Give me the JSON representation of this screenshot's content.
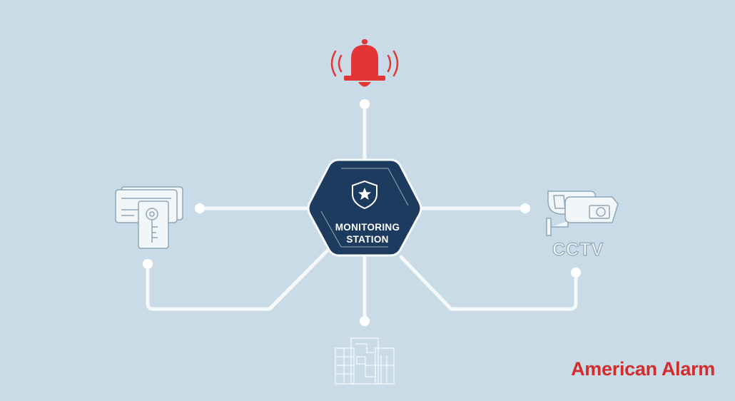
{
  "hub": {
    "line1": "MONITORING",
    "line2": "STATION",
    "icon": "shield-star-icon",
    "color": "#1d3a5f"
  },
  "nodes": {
    "alarm": {
      "icon": "alarm-bell-icon",
      "color": "#e33535"
    },
    "access": {
      "icon": "keycard-access-icon"
    },
    "cctv": {
      "icon": "cctv-camera-icon",
      "label": "CCTV"
    },
    "building": {
      "icon": "building-floorplan-icon"
    }
  },
  "brand": {
    "name": "American Alarm",
    "color": "#d42c2c"
  },
  "colors": {
    "background": "#c9dbe7",
    "connector": "#f7fafc",
    "icon_line": "#e6eef4"
  }
}
